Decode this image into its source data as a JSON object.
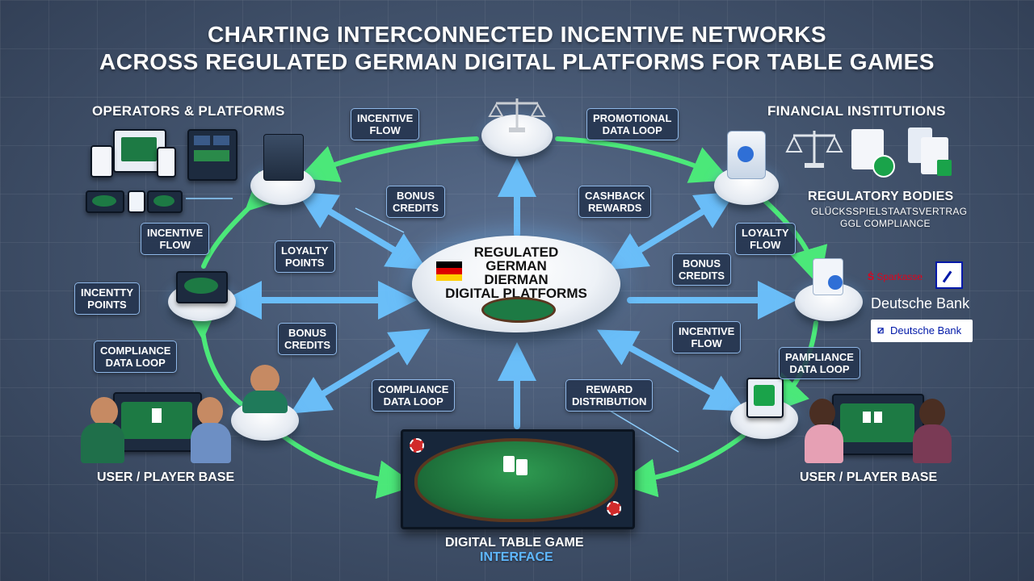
{
  "title": {
    "line1": "CHARTING INTERCONNECTED INCENTIVE NETWORKS",
    "line2": "ACROSS REGULATED GERMAN DIGITAL PLATFORMS FOR TABLE GAMES"
  },
  "sections": {
    "operators": "OPERATORS & PLATFORMS",
    "financial": "FINANCIAL INSTITUTIONS",
    "regulatory_title": "REGULATORY BODIES",
    "regulatory_line1": "GLÜCKSSPIELSTAATSVERTRAG",
    "regulatory_line2": "GGL COMPLIANCE",
    "users_left": "USER / PLAYER BASE",
    "users_right": "USER / PLAYER BASE",
    "table_line1": "DIGITAL TABLE GAME",
    "table_line2": "INTERFACE"
  },
  "hub": {
    "line1": "REGULATED",
    "line2": "GERMAN",
    "line3": "DIERMAN",
    "line4": "DIGITAL PLATFORMS"
  },
  "tags": {
    "incentive_flow_top": [
      "INCENTIVE",
      "FLOW"
    ],
    "promotional_loop": [
      "PROMOTIONAL",
      "DATA LOOP"
    ],
    "bonus_credits_top": [
      "BONUS",
      "CREDITS"
    ],
    "cashback_rewards": [
      "CASHBACK",
      "REWARDS"
    ],
    "incentive_flow_left": [
      "INCENTIVE",
      "FLOW"
    ],
    "loyalty_points": [
      "LOYALTY",
      "POINTS"
    ],
    "loyalty_flow": [
      "LOYALTY",
      "FLOW"
    ],
    "bonus_credits_right": [
      "BONUS",
      "CREDITS"
    ],
    "incentty_points": [
      "INCENTTY",
      "POINTS"
    ],
    "bonus_credits_left": [
      "BONUS",
      "CREDITS"
    ],
    "incentive_flow_right": [
      "INCENTIVE",
      "FLOW"
    ],
    "compliance_loop_left": [
      "COMPLIANCE",
      "DATA LOOP"
    ],
    "pampliance_loop": [
      "PAMPLIANCE",
      "DATA LOOP"
    ],
    "compliance_loop_bottom": [
      "COMPLIANCE",
      "DATA LOOP"
    ],
    "reward_distribution": [
      "REWARD",
      "DISTRIBUTION"
    ]
  },
  "banks": {
    "sparkasse": "Sparkasse",
    "deutsche_bank_text": "Deutsche Bank",
    "deutsche_bank_badge": "Deutsche Bank"
  },
  "colors": {
    "green_arrow": "#4cf07a",
    "blue_arrow": "#6cc3ff",
    "sparkasse_red": "#e2001a",
    "deutsche_blue": "#0018a8"
  }
}
